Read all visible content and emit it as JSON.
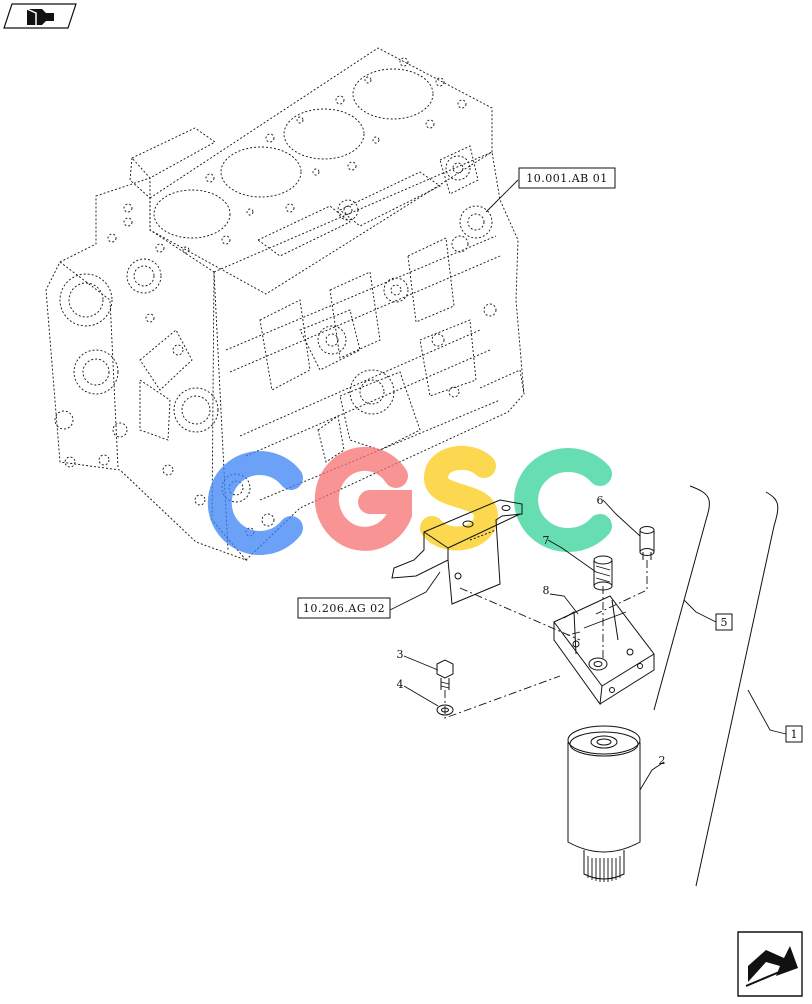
{
  "header": {
    "nav_icon": "book-arrow-icon"
  },
  "references": {
    "engine_block": "10.001.AB 01",
    "bracket": "10.206.AG 02"
  },
  "callouts": {
    "c1": "1",
    "c2": "2",
    "c3": "3",
    "c4": "4",
    "c5": "5",
    "c6": "6",
    "c7": "7",
    "c8": "8"
  },
  "watermark": {
    "text": "CGSC",
    "colors": [
      "#3b82f6",
      "#f87171",
      "#facc15",
      "#34d399"
    ]
  },
  "footer": {
    "nav_icon": "next-page-arrow-icon"
  }
}
